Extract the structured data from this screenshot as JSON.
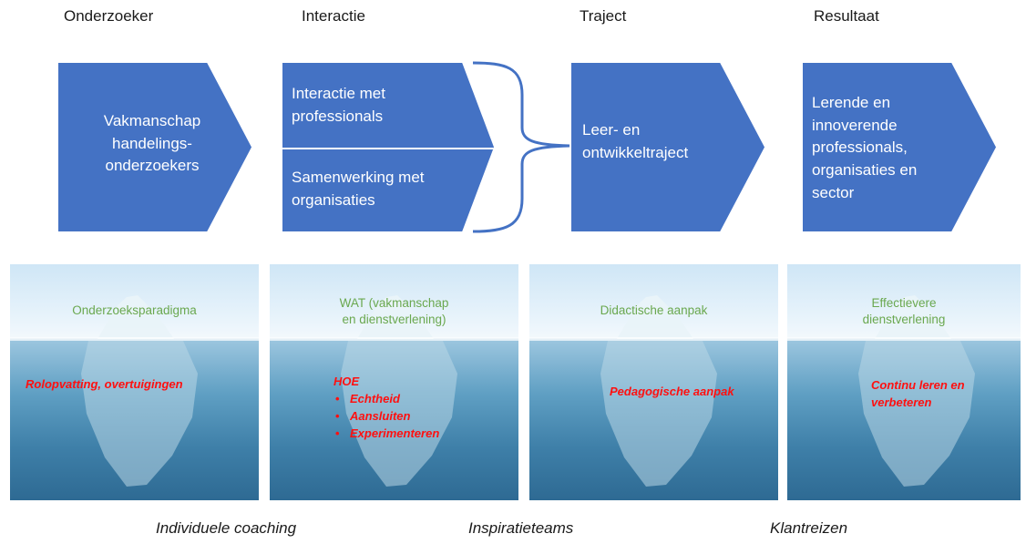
{
  "headers": {
    "onderzoeker": "Onderzoeker",
    "interactie": "Interactie",
    "traject": "Traject",
    "resultaat": "Resultaat"
  },
  "chevrons": {
    "vakmanschap": [
      "Vakmanschap",
      "handelings-",
      "onderzoekers"
    ],
    "interactie_top": [
      "Interactie met",
      "professionals"
    ],
    "interactie_bottom": [
      "Samenwerking met",
      "organisaties"
    ],
    "traject": [
      "Leer- en",
      "ontwikkeltraject"
    ],
    "resultaat": [
      "Lerende en",
      "innoverende",
      "professionals,",
      "organisaties en",
      "sector"
    ]
  },
  "icebergs": [
    {
      "title": [
        "Onderzoeksparadigma"
      ],
      "red": "Rolopvatting, overtuigingen"
    },
    {
      "title": [
        "WAT (vakmanschap",
        "en dienstverlening)"
      ],
      "red_heading": "HOE",
      "bullets": [
        "Echtheid",
        "Aansluiten",
        "Experimenteren"
      ]
    },
    {
      "title": [
        "Didactische aanpak"
      ],
      "red": "Pedagogische aanpak"
    },
    {
      "title": [
        "Effectievere",
        "dienstverlening"
      ],
      "red_lines": [
        "Continu leren en",
        "verbeteren"
      ]
    }
  ],
  "footer": {
    "left": "Individuele coaching",
    "middle": "Inspiratieteams",
    "right": "Klantreizen"
  },
  "colors": {
    "chevron": "#4472c4",
    "title_green": "#6aa84f",
    "emphasis_red": "#ff1010"
  }
}
